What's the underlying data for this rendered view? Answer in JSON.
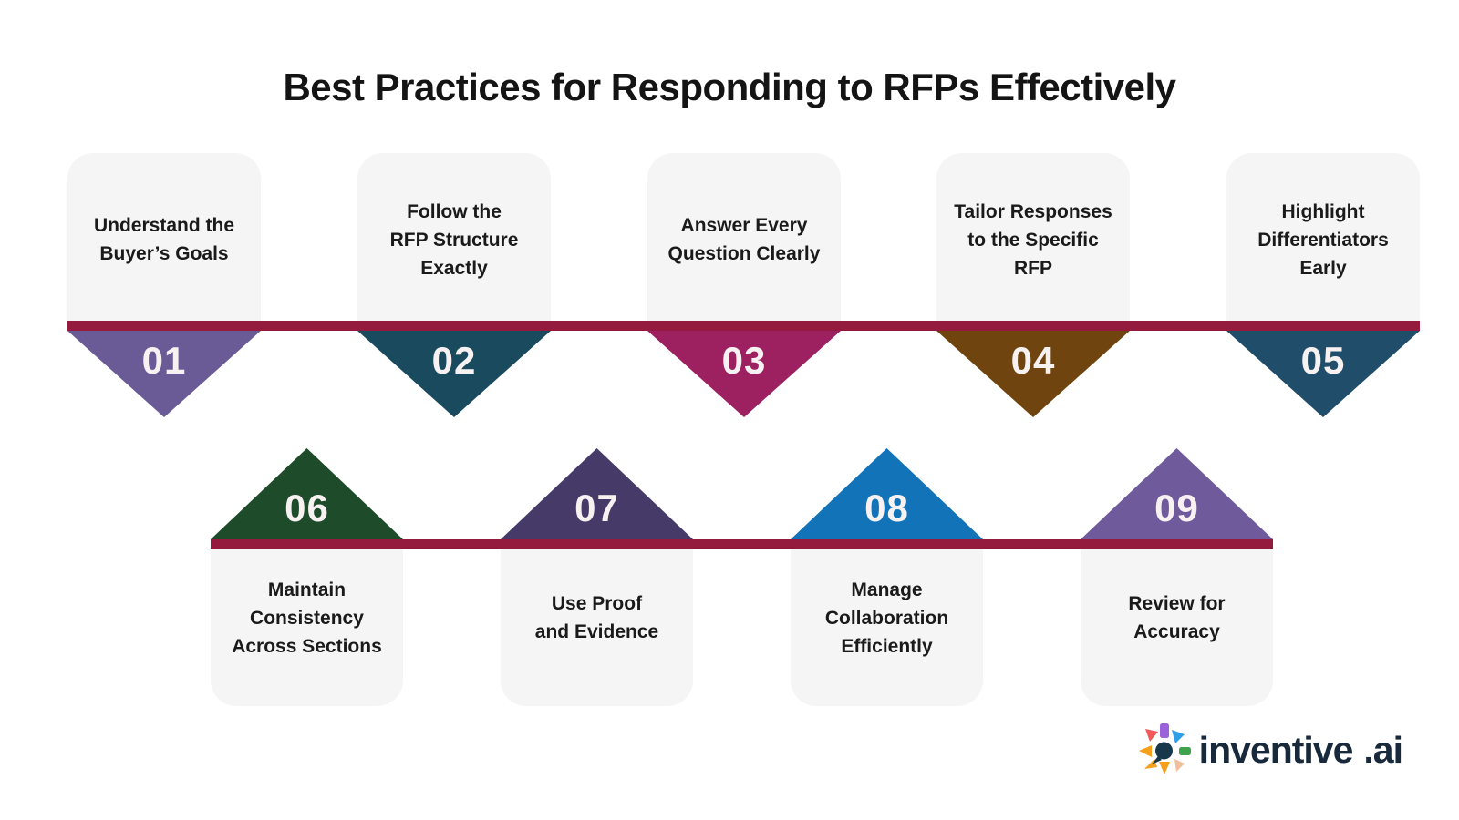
{
  "title": "Best Practices for Responding to RFPs Effectively",
  "colors": {
    "background": "#FFFFFF",
    "timeline_bar": "#941B3E",
    "card_bg": "#F5F5F6",
    "text": "#1A1A1A",
    "number_text": "#F7F2F1",
    "logo_text": "#17293A"
  },
  "top_items": [
    {
      "number": "01",
      "label": "Understand the\nBuyer’s Goals",
      "color": "#6A5A96"
    },
    {
      "number": "02",
      "label": "Follow the\nRFP Structure\nExactly",
      "color": "#1A4A5E"
    },
    {
      "number": "03",
      "label": "Answer Every\nQuestion Clearly",
      "color": "#9D2061"
    },
    {
      "number": "04",
      "label": "Tailor Responses\nto the Specific\nRFP",
      "color": "#70440F"
    },
    {
      "number": "05",
      "label": "Highlight\nDifferentiators\nEarly",
      "color": "#204D69"
    }
  ],
  "bottom_items": [
    {
      "number": "06",
      "label": "Maintain\nConsistency\nAcross Sections",
      "color": "#1E4C2A"
    },
    {
      "number": "07",
      "label": "Use Proof\nand Evidence",
      "color": "#463B68"
    },
    {
      "number": "08",
      "label": "Manage\nCollaboration\nEfficiently",
      "color": "#1273B8"
    },
    {
      "number": "09",
      "label": "Review for\nAccuracy",
      "color": "#6F5B9B"
    }
  ],
  "logo": {
    "name": "inventive",
    "suffix": ".ai",
    "icon_colors": {
      "top": "#9C62D9",
      "top_right": "#2F9FE8",
      "right": "#3FA34D",
      "bottom_right": "#F0BE9A",
      "bottom": "#F59E1B",
      "bottom_left": "#F6A01E",
      "left": "#F6A01E",
      "top_left": "#F05B57",
      "center": "#17374A"
    }
  }
}
